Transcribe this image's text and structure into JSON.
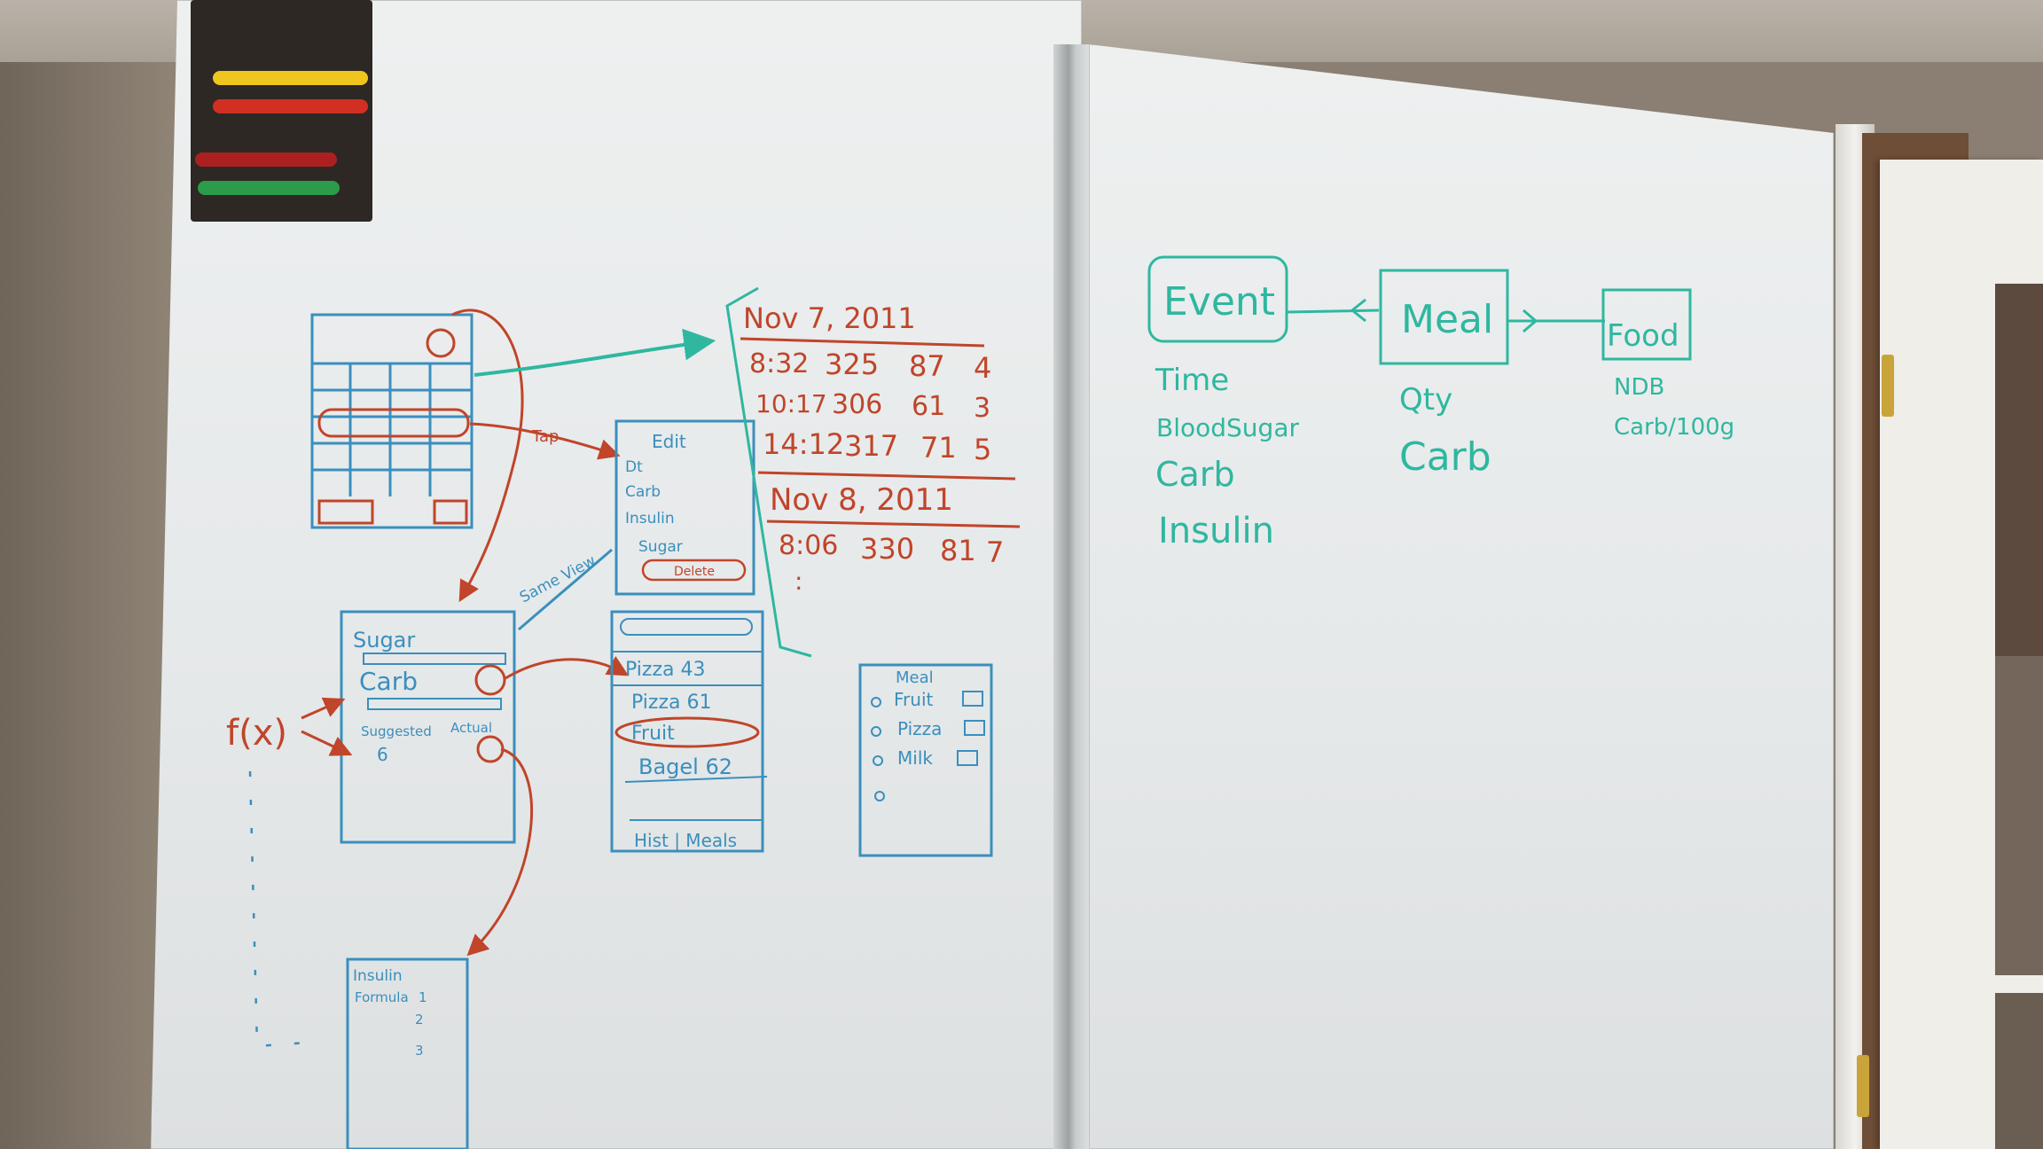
{
  "left_sketch": {
    "tap_label": "Tap",
    "same_view_label": "Same View",
    "fx_label": "f(x)",
    "edit_panel": {
      "title": "Edit",
      "items": [
        "Dt",
        "Carb",
        "Insulin",
        "Sugar"
      ],
      "delete_label": "Delete"
    },
    "entry_panel": {
      "sugar_label": "Sugar",
      "carb_label": "Carb",
      "suggested_label": "Suggested",
      "actual_label": "Actual",
      "suggested_value": "6"
    },
    "food_list": {
      "items": [
        "Pizza 43",
        "Pizza 61",
        "Fruit",
        "Bagel 62"
      ],
      "footer": "Hist | Meals"
    },
    "meal_list": {
      "title": "Meal",
      "items": [
        "Fruit",
        "Pizza",
        "Milk"
      ]
    },
    "insulin_panel": {
      "title": "Insulin",
      "subtitle": "Formula",
      "values": [
        "1",
        "2",
        "3"
      ]
    }
  },
  "log_table": {
    "date1": "Nov 7, 2011",
    "rows1": [
      [
        "8:32",
        "325",
        "87",
        "4"
      ],
      [
        "10:17",
        "306",
        "61",
        "3"
      ],
      [
        "14:12",
        "317",
        "71",
        "5"
      ]
    ],
    "date2": "Nov 8, 2011",
    "rows2": [
      [
        "8:06",
        "330",
        "81",
        "7"
      ]
    ],
    "ellipsis": ":"
  },
  "model_diagram": {
    "event": {
      "title": "Event",
      "fields": [
        "Time",
        "BloodSugar",
        "Carb",
        "Insulin"
      ]
    },
    "meal": {
      "title": "Meal",
      "fields": [
        "Qty",
        "Carb"
      ]
    },
    "food": {
      "title": "Food",
      "fields": [
        "NDB",
        "Carb/100g"
      ]
    }
  },
  "colors": {
    "red_marker": "#c0452a",
    "teal_marker": "#2fb7a0",
    "blue_marker": "#3a8fbd"
  }
}
